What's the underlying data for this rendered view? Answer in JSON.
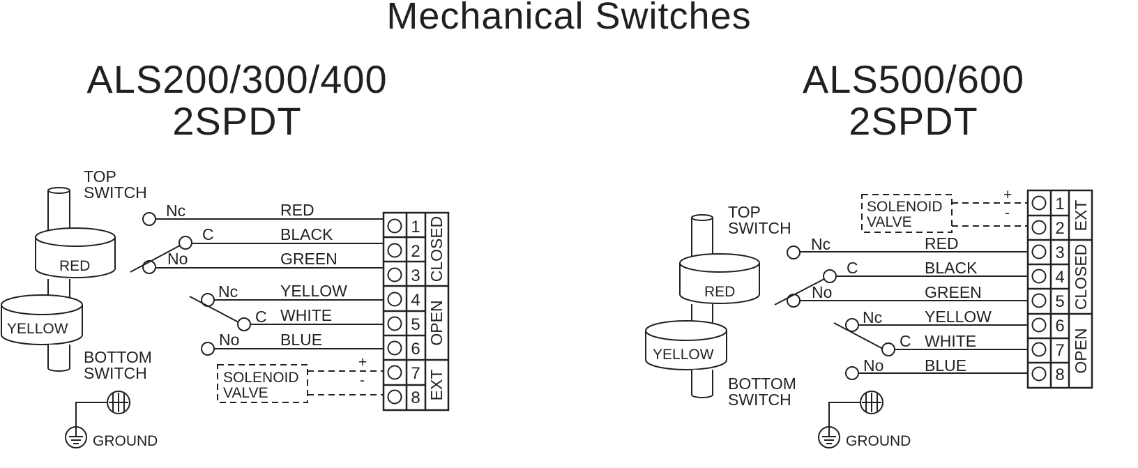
{
  "title": "Mechanical Switches",
  "left": {
    "model": "ALS200/300/400",
    "config": "2SPDT",
    "top_switch": [
      "TOP",
      "SWITCH"
    ],
    "bottom_switch": [
      "BOTTOM",
      "SWITCH"
    ],
    "cam_top": "RED",
    "cam_bottom": "YELLOW",
    "contacts": {
      "nc": "Nc",
      "c": "C",
      "no": "No"
    },
    "wires": [
      "RED",
      "BLACK",
      "GREEN",
      "YELLOW",
      "WHITE",
      "BLUE"
    ],
    "terminals": [
      "1",
      "2",
      "3",
      "4",
      "5",
      "6",
      "7",
      "8"
    ],
    "groups": [
      "CLOSED",
      "OPEN",
      "EXT"
    ],
    "solenoid": [
      "SOLENOID",
      "VALVE"
    ],
    "plus": "+",
    "minus": "-",
    "ground": "GROUND"
  },
  "right": {
    "model": "ALS500/600",
    "config": "2SPDT",
    "top_switch": [
      "TOP",
      "SWITCH"
    ],
    "bottom_switch": [
      "BOTTOM",
      "SWITCH"
    ],
    "cam_top": "RED",
    "cam_bottom": "YELLOW",
    "contacts": {
      "nc": "Nc",
      "c": "C",
      "no": "No"
    },
    "wires": [
      "RED",
      "BLACK",
      "GREEN",
      "YELLOW",
      "WHITE",
      "BLUE"
    ],
    "terminals": [
      "1",
      "2",
      "3",
      "4",
      "5",
      "6",
      "7",
      "8"
    ],
    "groups": [
      "EXT",
      "CLOSED",
      "OPEN"
    ],
    "solenoid": [
      "SOLENOID",
      "VALVE"
    ],
    "plus": "+",
    "minus": "-",
    "ground": "GROUND"
  }
}
